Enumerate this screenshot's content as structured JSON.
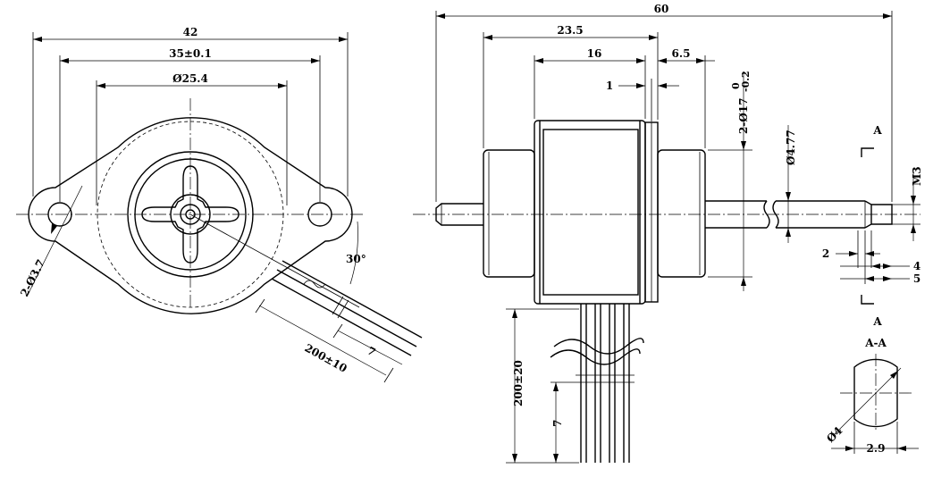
{
  "front_view": {
    "dim_overall_width": "42",
    "dim_hole_spacing": "35±0.1",
    "dim_pilot_diameter": "Ø25.4",
    "dim_mount_holes": "2-Ø3.7",
    "dim_lead_angle": "30°",
    "dim_lead_length": "200±10",
    "dim_lead_strip": "7"
  },
  "side_view": {
    "dim_total_length": "60",
    "dim_flange_to_body": "23.5",
    "dim_body_length": "16",
    "dim_boss_length": "6.5",
    "dim_flange_thickness": "1",
    "dim_boss_diameter": "2-Ø17",
    "dim_boss_tolerance_upper": "0",
    "dim_boss_tolerance_lower": "-0.2",
    "dim_shaft_diameter": "Ø4.77",
    "dim_thread": "M3",
    "dim_step_2": "2",
    "dim_step_4": "4",
    "dim_step_5": "5",
    "dim_lead_length": "200±20",
    "dim_lead_strip": "7"
  },
  "section": {
    "marker_top": "A",
    "marker_bottom": "A",
    "title": "A-A",
    "dim_diameter": "Ø4",
    "dim_flat": "2.9"
  }
}
